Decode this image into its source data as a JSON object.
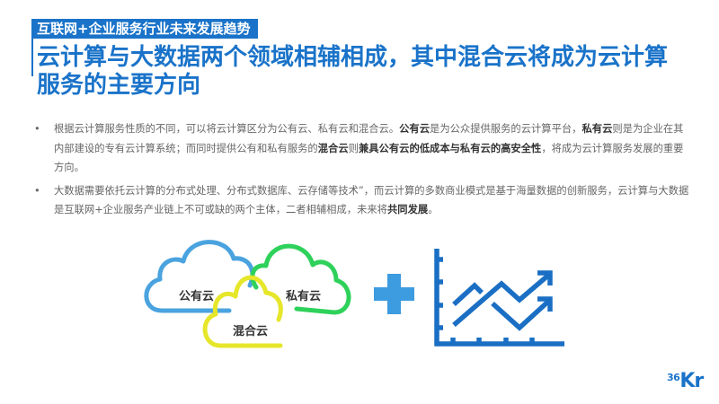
{
  "header": {
    "section_tag": "互联网+企业服务行业未来发展趋势",
    "title": "云计算与大数据两个领域相辅相成，其中混合云将成为云计算服务的主要方向"
  },
  "bullets": [
    {
      "segments": [
        {
          "text": "根据云计算服务性质的不同，可以将云计算区分为公有云、私有云和混合云。",
          "bold": false
        },
        {
          "text": "公有云",
          "bold": true
        },
        {
          "text": "是为公众提供服务的云计算平台，",
          "bold": false
        },
        {
          "text": "私有云",
          "bold": true
        },
        {
          "text": "则是为企业在其内部建设的专有云计算系统；而同时提供公有和私有服务的",
          "bold": false
        },
        {
          "text": "混合云",
          "bold": true
        },
        {
          "text": "则",
          "bold": false
        },
        {
          "text": "兼具公有云的低成本与私有云的高安全性",
          "bold": true
        },
        {
          "text": "，将成为云计算服务发展的重要方向。",
          "bold": false
        }
      ]
    },
    {
      "segments": [
        {
          "text": "大数据需要依托云计算的分布式处理、分布式数据库、云存储等技术”，而云计算的多数商业模式是基于海量数据的创新服务，云计算与大数据是互联网+企业服务产业链上不可或缺的两个主体，二者相辅相成，未来将",
          "bold": false
        },
        {
          "text": "共同发展",
          "bold": true
        },
        {
          "text": "。",
          "bold": false
        }
      ]
    }
  ],
  "bullet_symbol": "•",
  "illustration": {
    "clouds": [
      {
        "label": "公有云",
        "color": "#4aa3df"
      },
      {
        "label": "私有云",
        "color": "#2ed15a"
      },
      {
        "label": "混合云",
        "color": "#e6e62a"
      }
    ],
    "plus_color": "#3d9be0",
    "chart_icon_color": "#1a6fc4"
  },
  "logo": {
    "number": "36",
    "letters": "Kr"
  },
  "colors": {
    "brand_blue": "#1a73c9",
    "body_text": "#666666",
    "bold_text": "#333333"
  }
}
